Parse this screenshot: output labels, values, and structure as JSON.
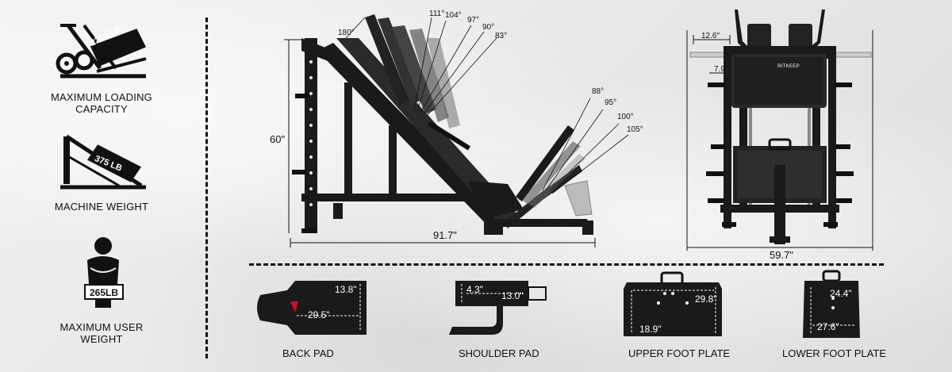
{
  "stats": [
    {
      "icon": "press-capacity-icon",
      "badge": "2200 LB",
      "label": "MAXIMUM LOADING CAPACITY"
    },
    {
      "icon": "machine-weight-icon",
      "badge": "375 LB",
      "label": "MACHINE WEIGHT"
    },
    {
      "icon": "user-weight-icon",
      "badge": "265LB",
      "label": "MAXIMUM USER WEIGHT"
    }
  ],
  "side_view": {
    "height": "60\"",
    "length": "91.7\"",
    "back_angles": [
      "180°",
      "111°",
      "104°",
      "97°",
      "90°",
      "83°"
    ],
    "foot_angles": [
      "88°",
      "95°",
      "100°",
      "105°"
    ]
  },
  "front_view": {
    "width": "59.7\"",
    "handle_width": "12.6\"",
    "handle_offset": "7.9\"",
    "brand": "RITKEEP"
  },
  "parts": [
    {
      "label": "BACK PAD",
      "dims": [
        "13.8\"",
        "29.5\""
      ]
    },
    {
      "label": "SHOULDER PAD",
      "dims": [
        "4.3\"",
        "13.0\""
      ]
    },
    {
      "label": "UPPER FOOT PLATE",
      "dims": [
        "29.8\"",
        "18.9\""
      ]
    },
    {
      "label": "LOWER FOOT PLATE",
      "dims": [
        "24.4\"",
        "27.6\""
      ]
    }
  ],
  "colors": {
    "accent": "#111111",
    "background": "#e9e9e9",
    "brand_red": "#c8102e"
  }
}
